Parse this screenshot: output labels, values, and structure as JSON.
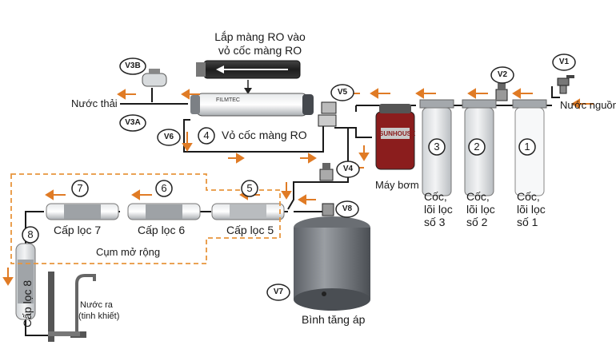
{
  "labels": {
    "ro_install_line1": "Lắp màng RO vào",
    "ro_install_line2": "vỏ cốc màng RO",
    "waste_water": "Nước thải",
    "source_water": "Nước nguồn",
    "ro_housing": "Vỏ cốc màng RO",
    "pump": "Máy bơm",
    "pump_brand": "SUNHOUSE",
    "cup3": "Cốc, lõi lọc số 3",
    "cup2": "Cốc, lõi lọc số 2",
    "cup1": "Cốc, lõi lọc số 1",
    "filter7": "Cấp lọc 7",
    "filter6": "Cấp lọc 6",
    "filter5": "Cấp lọc 5",
    "filter8": "Cấp lọc 8",
    "expansion": "Cụm mở rộng",
    "pressure_tank": "Bình tăng áp",
    "output_water_line1": "Nước ra",
    "output_water_line2": "(tinh khiết)",
    "membrane_brand": "FILMTEC"
  },
  "cup_texts": {
    "cup3": [
      "Cốc,",
      "lõi lọc",
      "số 3"
    ],
    "cup2": [
      "Cốc,",
      "lõi lọc",
      "số 2"
    ],
    "cup1": [
      "Cốc,",
      "lõi lọc",
      "số 1"
    ]
  },
  "valves": [
    "V1",
    "V2",
    "V3A",
    "V3B",
    "V4",
    "V5",
    "V6",
    "V7",
    "V8"
  ],
  "step_numbers": [
    "1",
    "2",
    "3",
    "4",
    "5",
    "6",
    "7",
    "8"
  ],
  "colors": {
    "arrow": "#e07b25",
    "pipe": "#1a1a1a",
    "dash": "#e8953d"
  }
}
